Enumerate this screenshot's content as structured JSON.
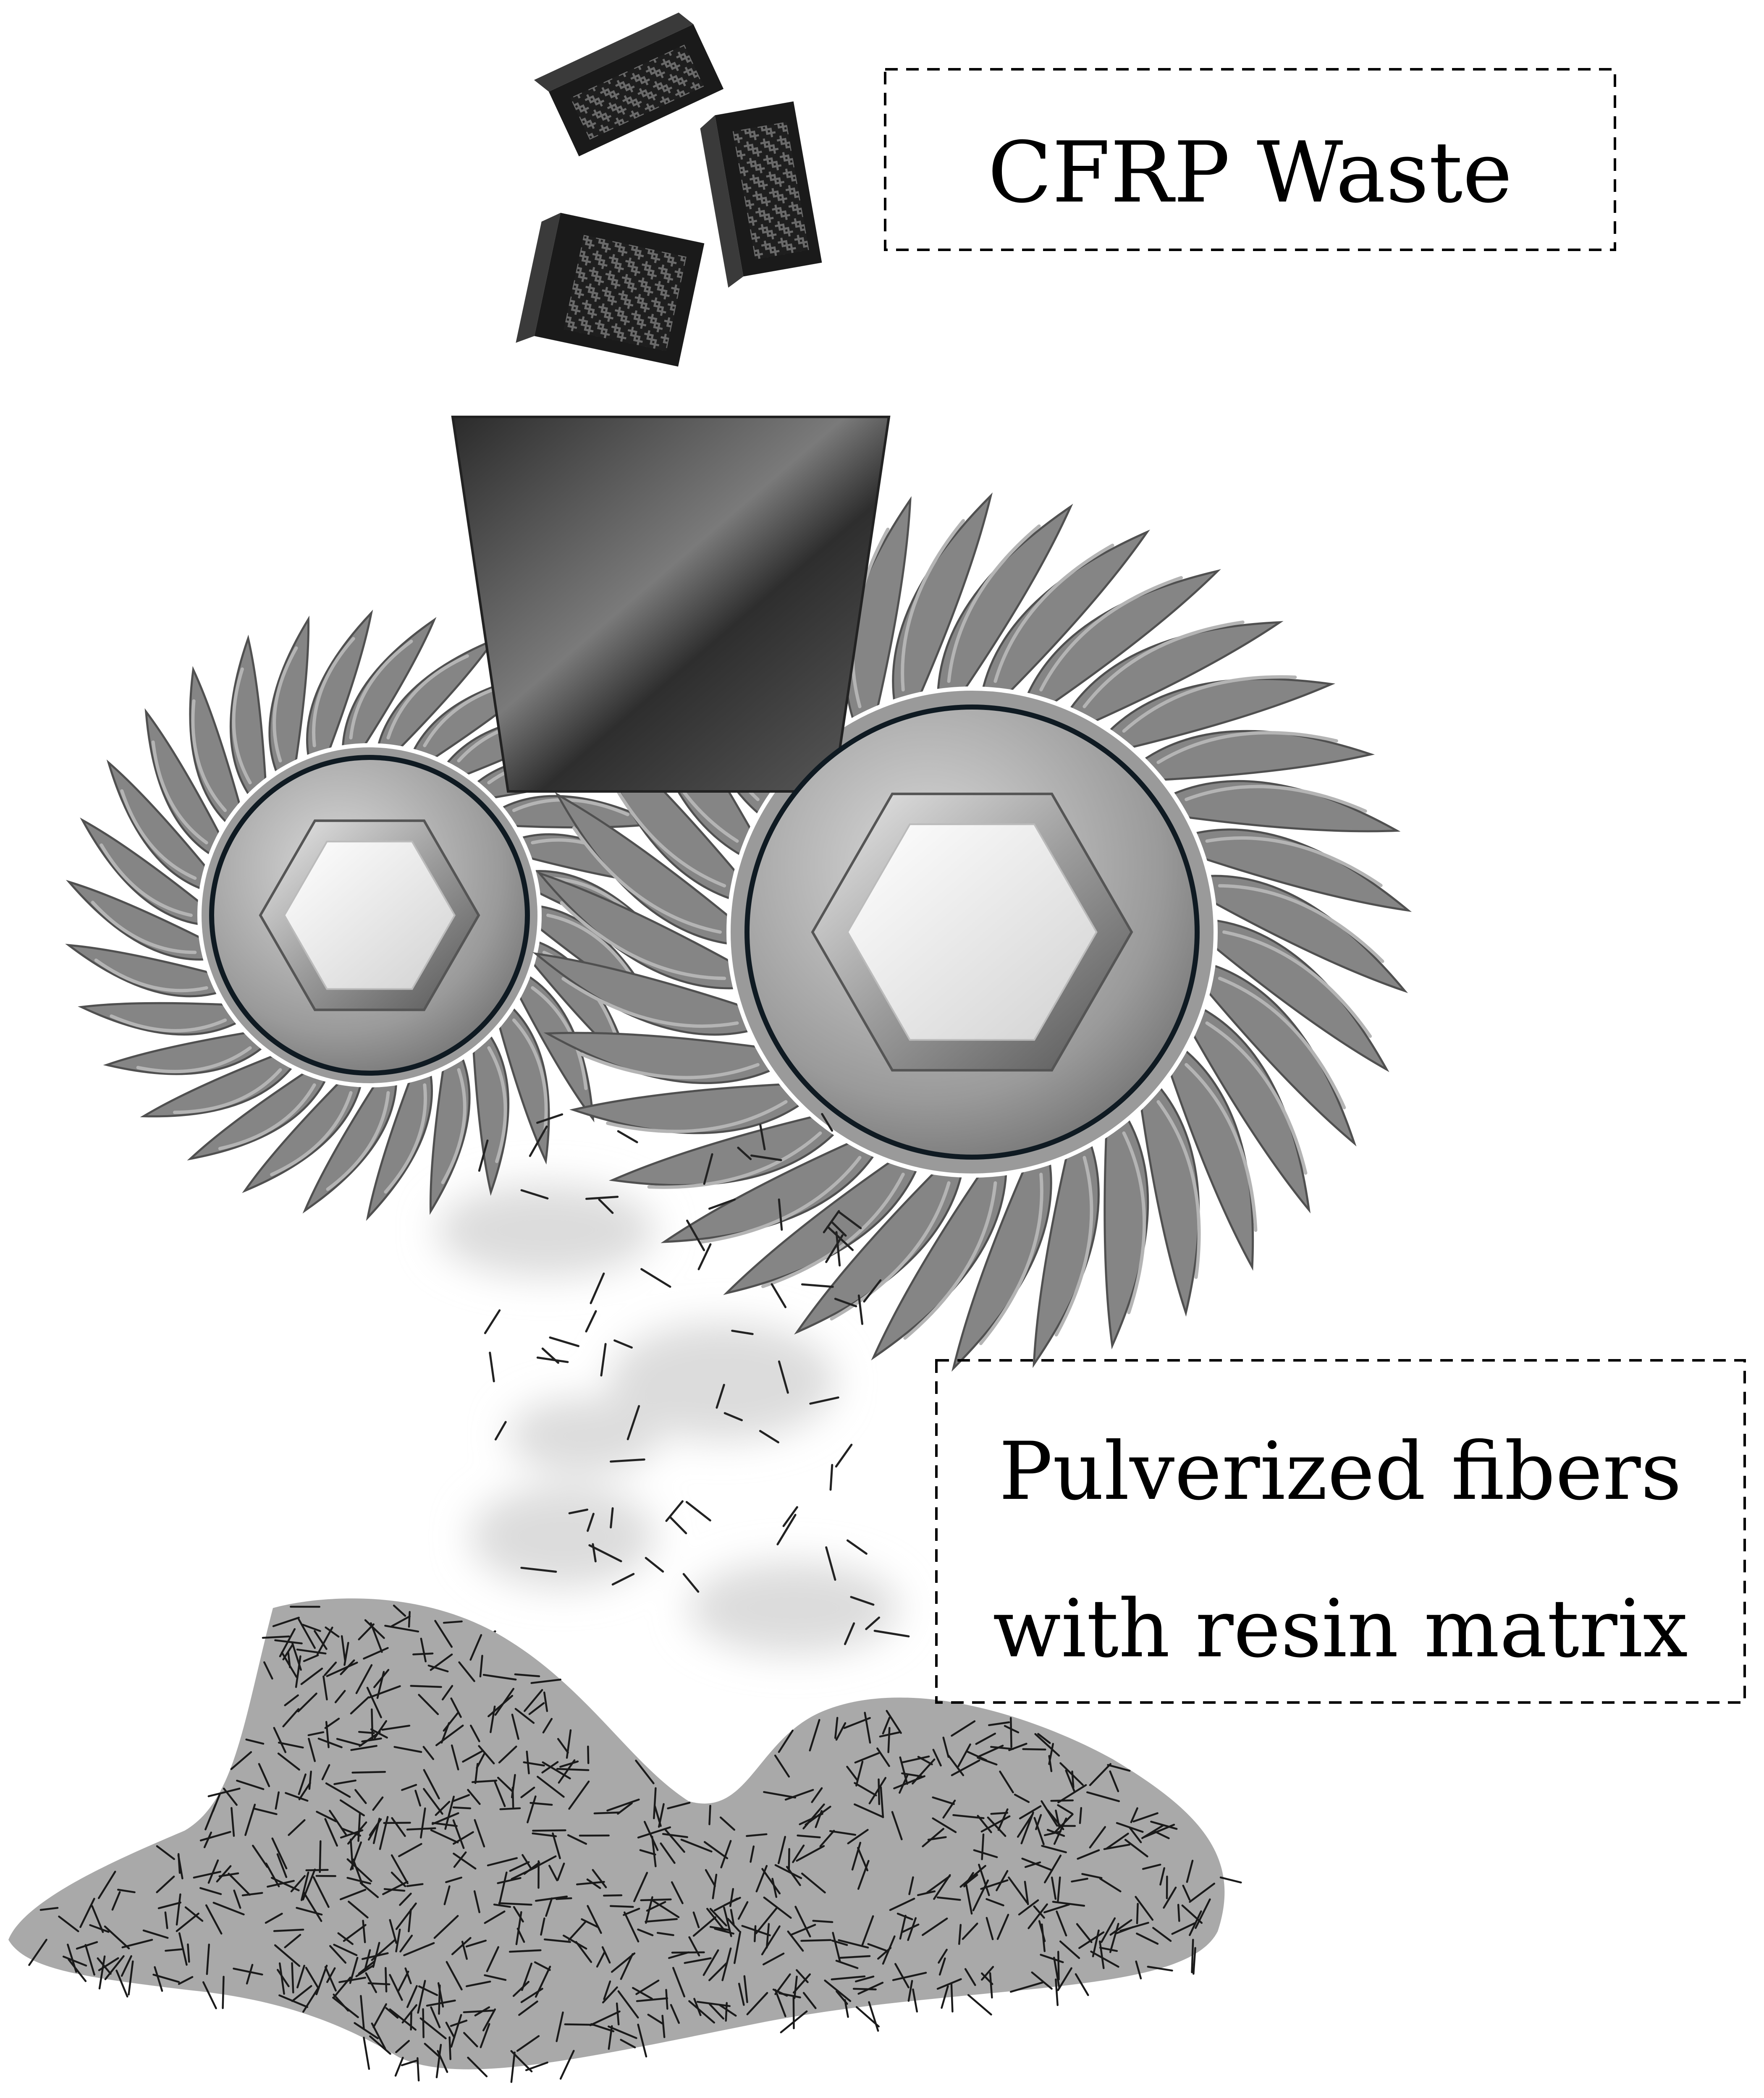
{
  "labels": {
    "waste": "CFRP Waste",
    "fibers_line1": "Pulverized fibers",
    "fibers_line2": "with resin matrix"
  },
  "colors": {
    "background": "#ffffff",
    "dark_piece": "#262626",
    "blade": "#7f7f7f",
    "blade_edge": "#5a5a5a",
    "pile": "#a9a9a9",
    "fiber": "#222222",
    "dust": "#dcdcdc"
  },
  "icons": {
    "hopper": "hopper-funnel",
    "rotor_small": "toothed-rotor-hex-hub",
    "rotor_large": "toothed-rotor-hex-hub",
    "waste_pieces": "carbon-fiber-block"
  }
}
